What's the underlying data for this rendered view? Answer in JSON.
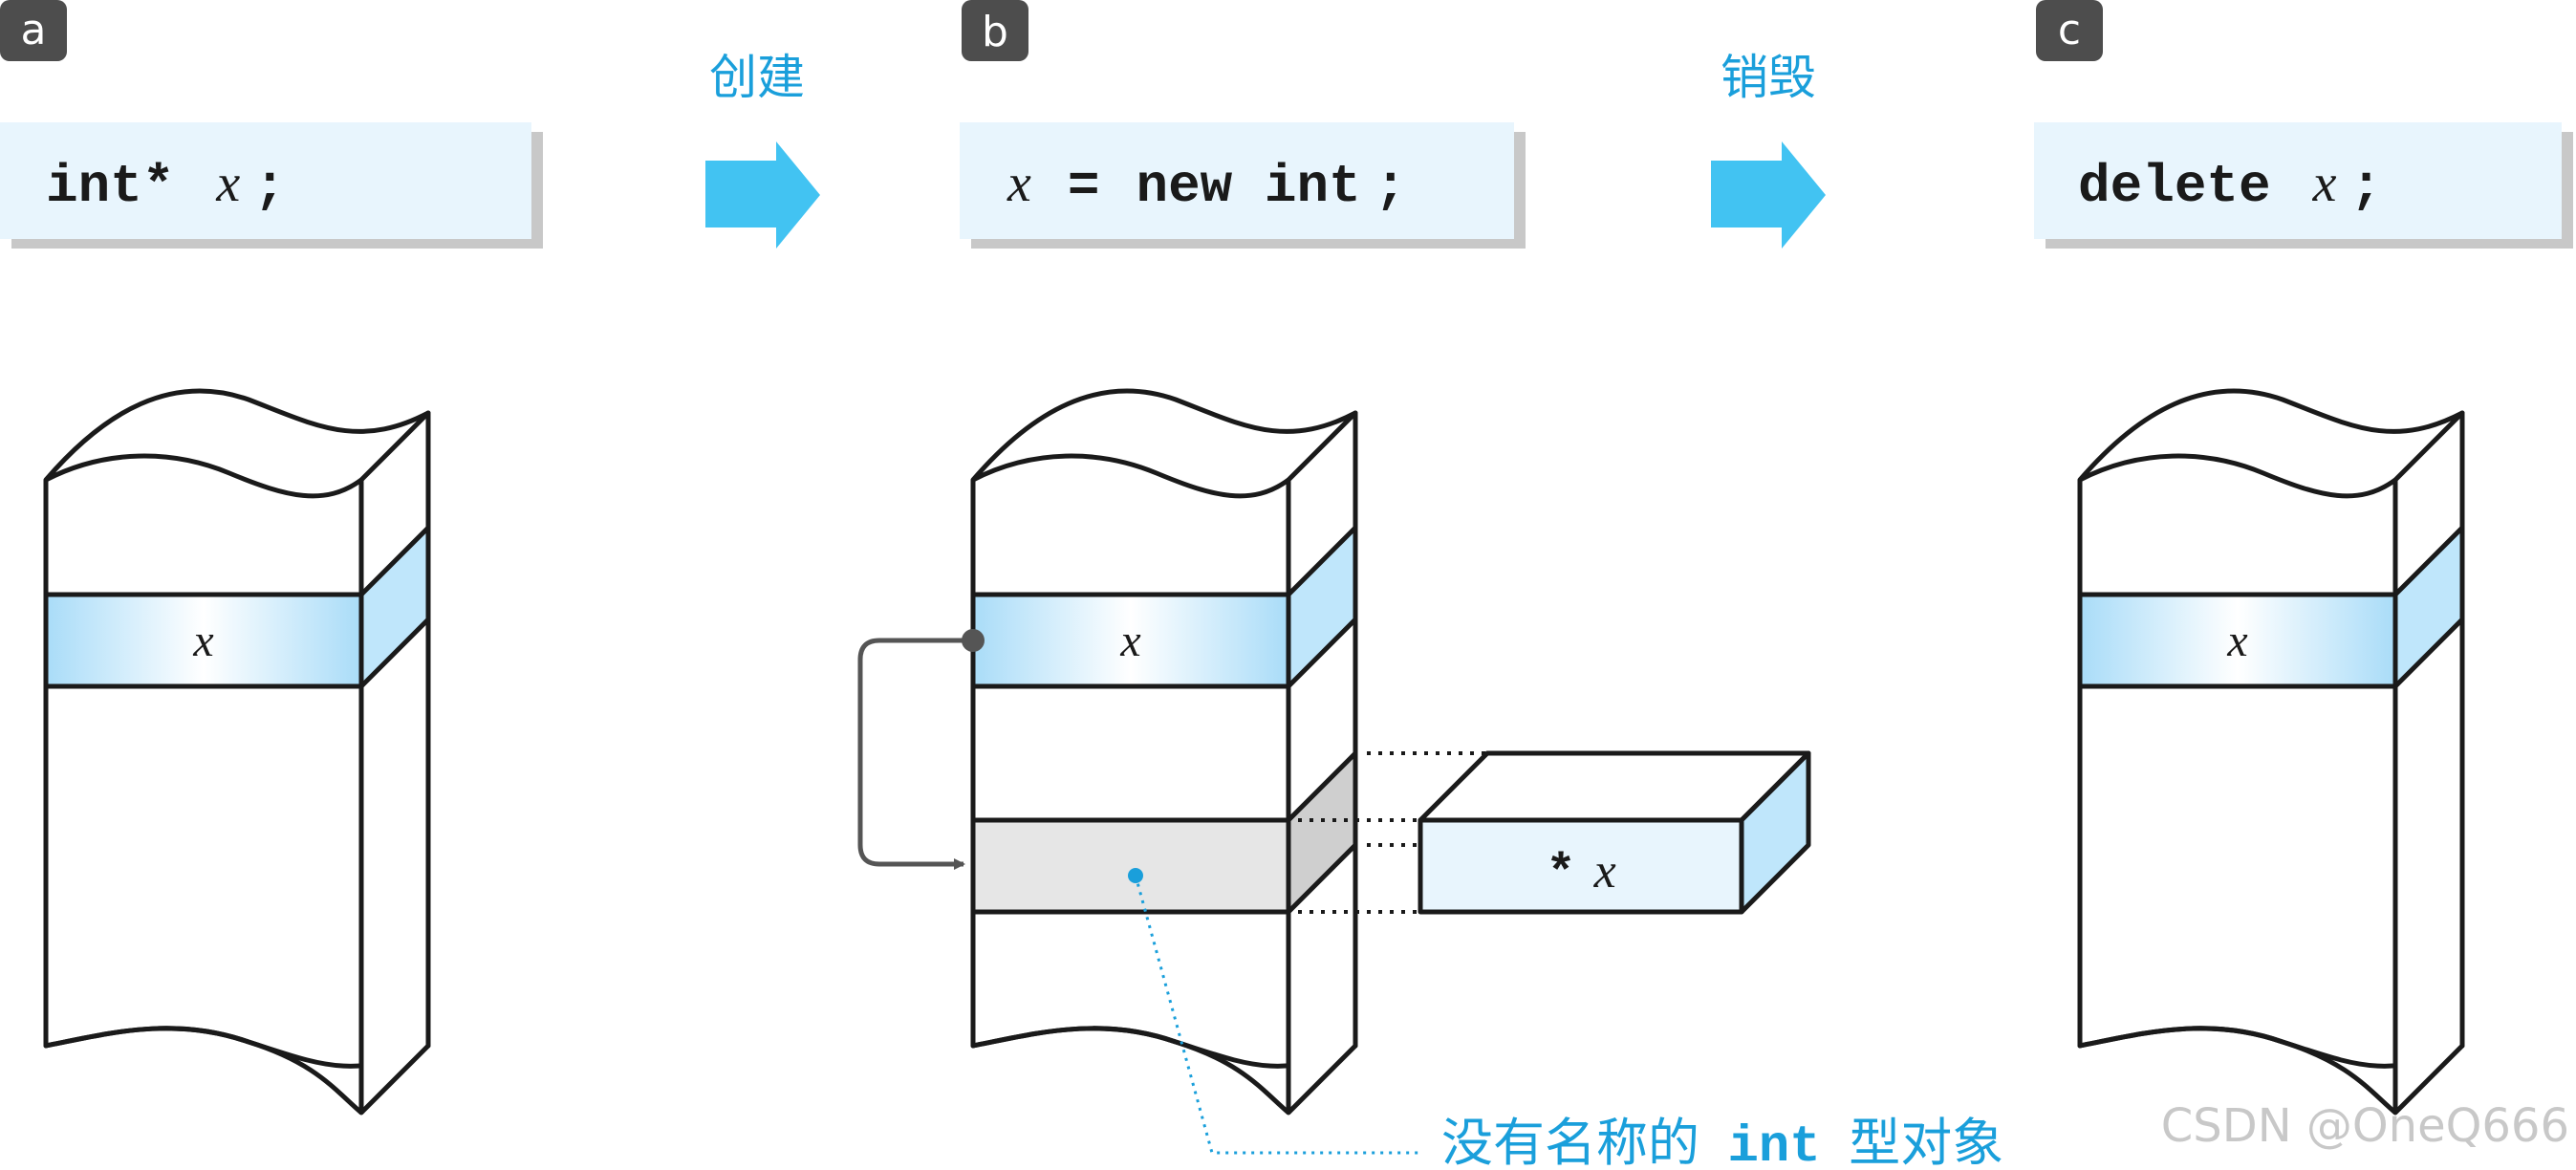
{
  "panels": [
    {
      "badge": "a",
      "code_keyword": "int*",
      "code_var": "x",
      "code_end": ";",
      "cell_label": "x"
    },
    {
      "badge": "b",
      "code_var": "x",
      "code_op": "=",
      "code_keyword": "new int",
      "code_end": ";",
      "cell_label": "x"
    },
    {
      "badge": "c",
      "code_keyword": "delete",
      "code_var": "x",
      "code_end": ";",
      "cell_label": "x"
    }
  ],
  "arrows": [
    {
      "label": "创建"
    },
    {
      "label": "销毁"
    }
  ],
  "object_box": {
    "deref": "*",
    "var": "x"
  },
  "annotation": {
    "prefix": "没有名称的",
    "keyword": "int",
    "suffix": "型对象"
  },
  "watermark": "CSDN @OneQ666",
  "colors": {
    "accent": "#1a9fdb",
    "arrow": "#42c3f2",
    "badge": "#4d4d4d",
    "code_bg": "#e8f5fd",
    "cell_blue": "#bfe6fb",
    "cell_gray": "#e6e6e6",
    "cell_gray_side": "#cfcfcf"
  }
}
